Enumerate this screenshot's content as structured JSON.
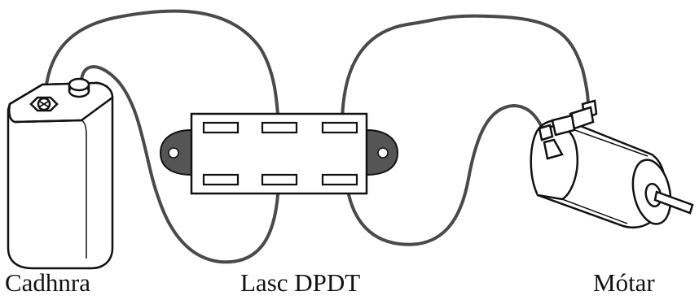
{
  "labels": {
    "battery": "Cadhnra",
    "switch": "Lasc DPDT",
    "motor": "Mótar"
  },
  "colors": {
    "wire": "#4a4a4a",
    "outline": "#111111",
    "mount_tab": "#555555",
    "background": "#ffffff"
  }
}
